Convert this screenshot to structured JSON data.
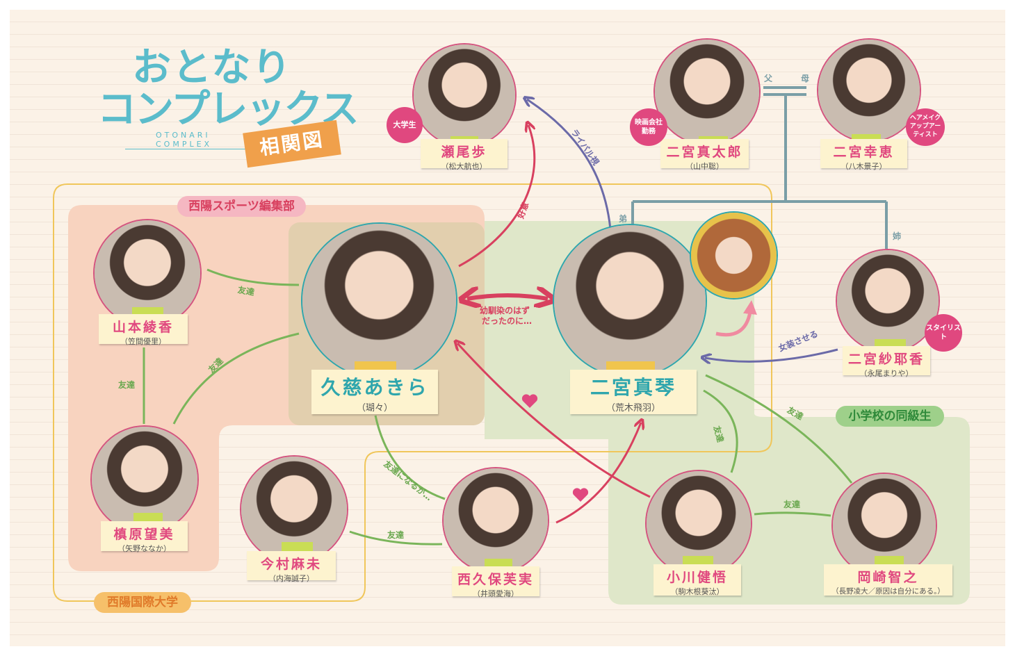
{
  "title": {
    "line1": "おとなり",
    "line2": "コンプレックス",
    "sub": "OTONARI COMPLEX",
    "badge": "相関図"
  },
  "groups": {
    "sports": "西陽スポーツ編集部",
    "university": "西陽国際大学",
    "elementary": "小学校の同級生"
  },
  "characters": [
    {
      "name": "瀬尾歩",
      "actor": "（松大航也）",
      "role": "大学生"
    },
    {
      "name": "二宮真太郎",
      "actor": "（山中聡）",
      "role": "映画会社勤務"
    },
    {
      "name": "二宮幸恵",
      "actor": "（八木景子）",
      "role": "ヘアメイクアップアーティスト"
    },
    {
      "name": "久慈あきら",
      "actor": "（瑚々）"
    },
    {
      "name": "二宮真琴",
      "actor": "（荒木飛羽）"
    },
    {
      "name": "二宮紗耶香",
      "actor": "（永尾まりや）",
      "role": "スタイリスト"
    },
    {
      "name": "山本綾香",
      "actor": "（笠間優里）"
    },
    {
      "name": "槙原望美",
      "actor": "（矢野ななか）"
    },
    {
      "name": "今村麻未",
      "actor": "（内海誠子）"
    },
    {
      "name": "西久保芙実",
      "actor": "（井頭愛海）"
    },
    {
      "name": "小川健悟",
      "actor": "（駒木根葵汰）"
    },
    {
      "name": "岡崎智之",
      "actor": "（長野凌大／原因は自分にある。）"
    }
  ],
  "relations": {
    "father": "父",
    "mother": "母",
    "younger_brother": "弟",
    "older_sister": "姉",
    "like": "好意",
    "rival": "ライバル視",
    "childhood_line1": "幼馴染のはず",
    "childhood_line2": "だったのに…",
    "crossdress": "女装させる",
    "friend": "友達",
    "become_friends": "友達になるが…"
  },
  "colors": {
    "pink": "#e0487f",
    "teal": "#2fa6ad",
    "green": "#6aa84f",
    "orange": "#f0a04b",
    "purple": "#6b6aa8"
  }
}
